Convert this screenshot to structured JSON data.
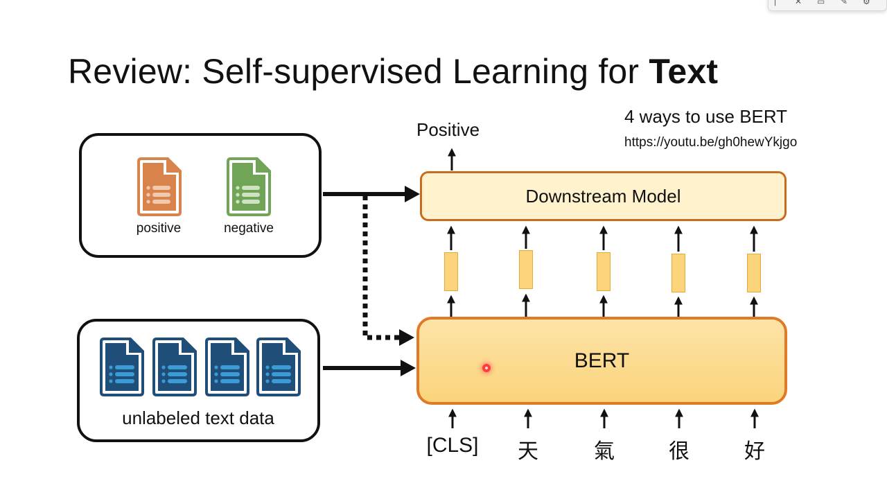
{
  "title": {
    "prefix": "Review: Self-supervised Learning for ",
    "emphasis": "Text"
  },
  "labeled_box": {
    "doc1_label": "positive",
    "doc2_label": "negative"
  },
  "unlabeled_box": {
    "label": "unlabeled text data"
  },
  "downstream": {
    "label": "Downstream Model",
    "output_label": "Positive"
  },
  "bert": {
    "label": "BERT"
  },
  "tokens": [
    "[CLS]",
    "天",
    "氣",
    "很",
    "好"
  ],
  "annotation": {
    "heading": "4 ways to use BERT",
    "link": "https://youtu.be/gh0hewYkjgo"
  },
  "colors": {
    "orange_doc": "#d7834b",
    "green_doc": "#70a557",
    "blue_doc": "#1f4e79",
    "blue_doc_lines": "#3a9bd6",
    "downstream_fill": "#fff2cc",
    "downstream_border": "#c96a1c",
    "bert_fill": "#fbd47c",
    "bert_border": "#e07a26",
    "embedding": "#fbd47c"
  }
}
